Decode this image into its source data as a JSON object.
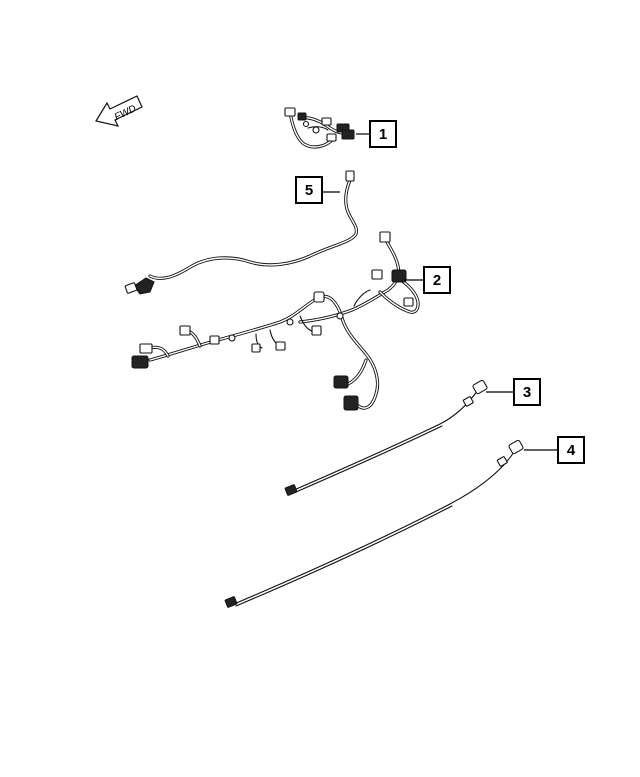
{
  "orientation": {
    "arrow_label": "FWD",
    "icon": "forward-arrow-icon"
  },
  "callouts": [
    {
      "number": "1"
    },
    {
      "number": "2"
    },
    {
      "number": "3"
    },
    {
      "number": "4"
    },
    {
      "number": "5"
    }
  ],
  "colors": {
    "line": "#111111",
    "background": "#ffffff"
  }
}
